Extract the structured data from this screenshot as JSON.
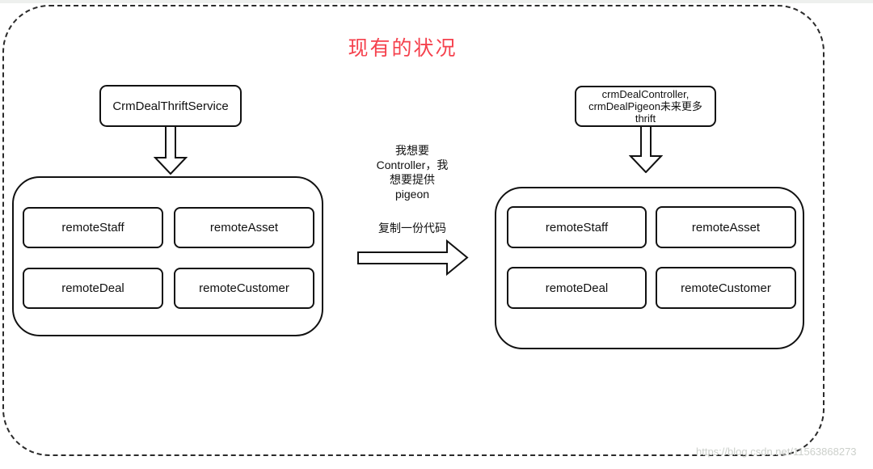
{
  "page": {
    "title": "现有的状况",
    "title_color": "#f5414d",
    "frame_style": "dashed-rounded-border",
    "watermark": "https://blog.csdn.net/11563868273"
  },
  "left_flow": {
    "service_label": "CrmDealThriftService",
    "modules": [
      "remoteStaff",
      "remoteAsset",
      "remoteDeal",
      "remoteCustomer"
    ]
  },
  "right_flow": {
    "service_label_lines": [
      "crmDealController,",
      "crmDealPigeon未来更多",
      "thrift"
    ],
    "modules": [
      "remoteStaff",
      "remoteAsset",
      "remoteDeal",
      "remoteCustomer"
    ]
  },
  "middle": {
    "note_lines": [
      "我想要",
      "Controller，我",
      "想要提供",
      "pigeon"
    ],
    "action_label": "复制一份代码"
  },
  "colors": {
    "line": "#111111",
    "accent_red": "#f5414d",
    "watermark_gray": "#ccd0cb",
    "top_strip": "#eef0ee"
  }
}
